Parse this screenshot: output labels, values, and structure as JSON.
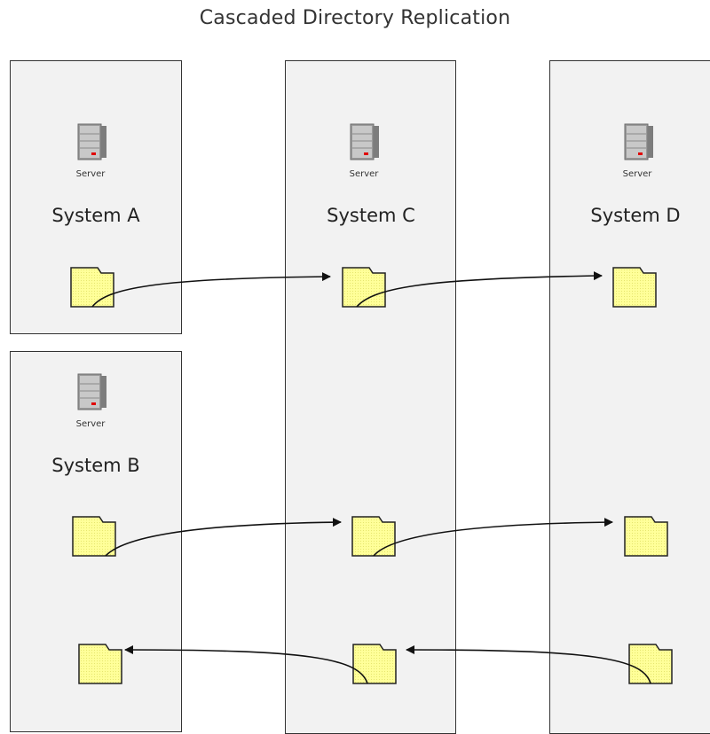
{
  "title": "Cascaded Directory Replication",
  "systems": [
    {
      "id": "a",
      "label": "System A",
      "server_label": "Server"
    },
    {
      "id": "b",
      "label": "System B",
      "server_label": "Server"
    },
    {
      "id": "c",
      "label": "System C",
      "server_label": "Server"
    },
    {
      "id": "d",
      "label": "System D",
      "server_label": "Server"
    }
  ],
  "colors": {
    "box_fill": "#f2f2f2",
    "box_border": "#333333",
    "folder_fill": "#ffff99",
    "arrow": "#111111"
  },
  "icons": [
    "server-icon",
    "folder-icon",
    "arrow-right",
    "arrow-left"
  ]
}
